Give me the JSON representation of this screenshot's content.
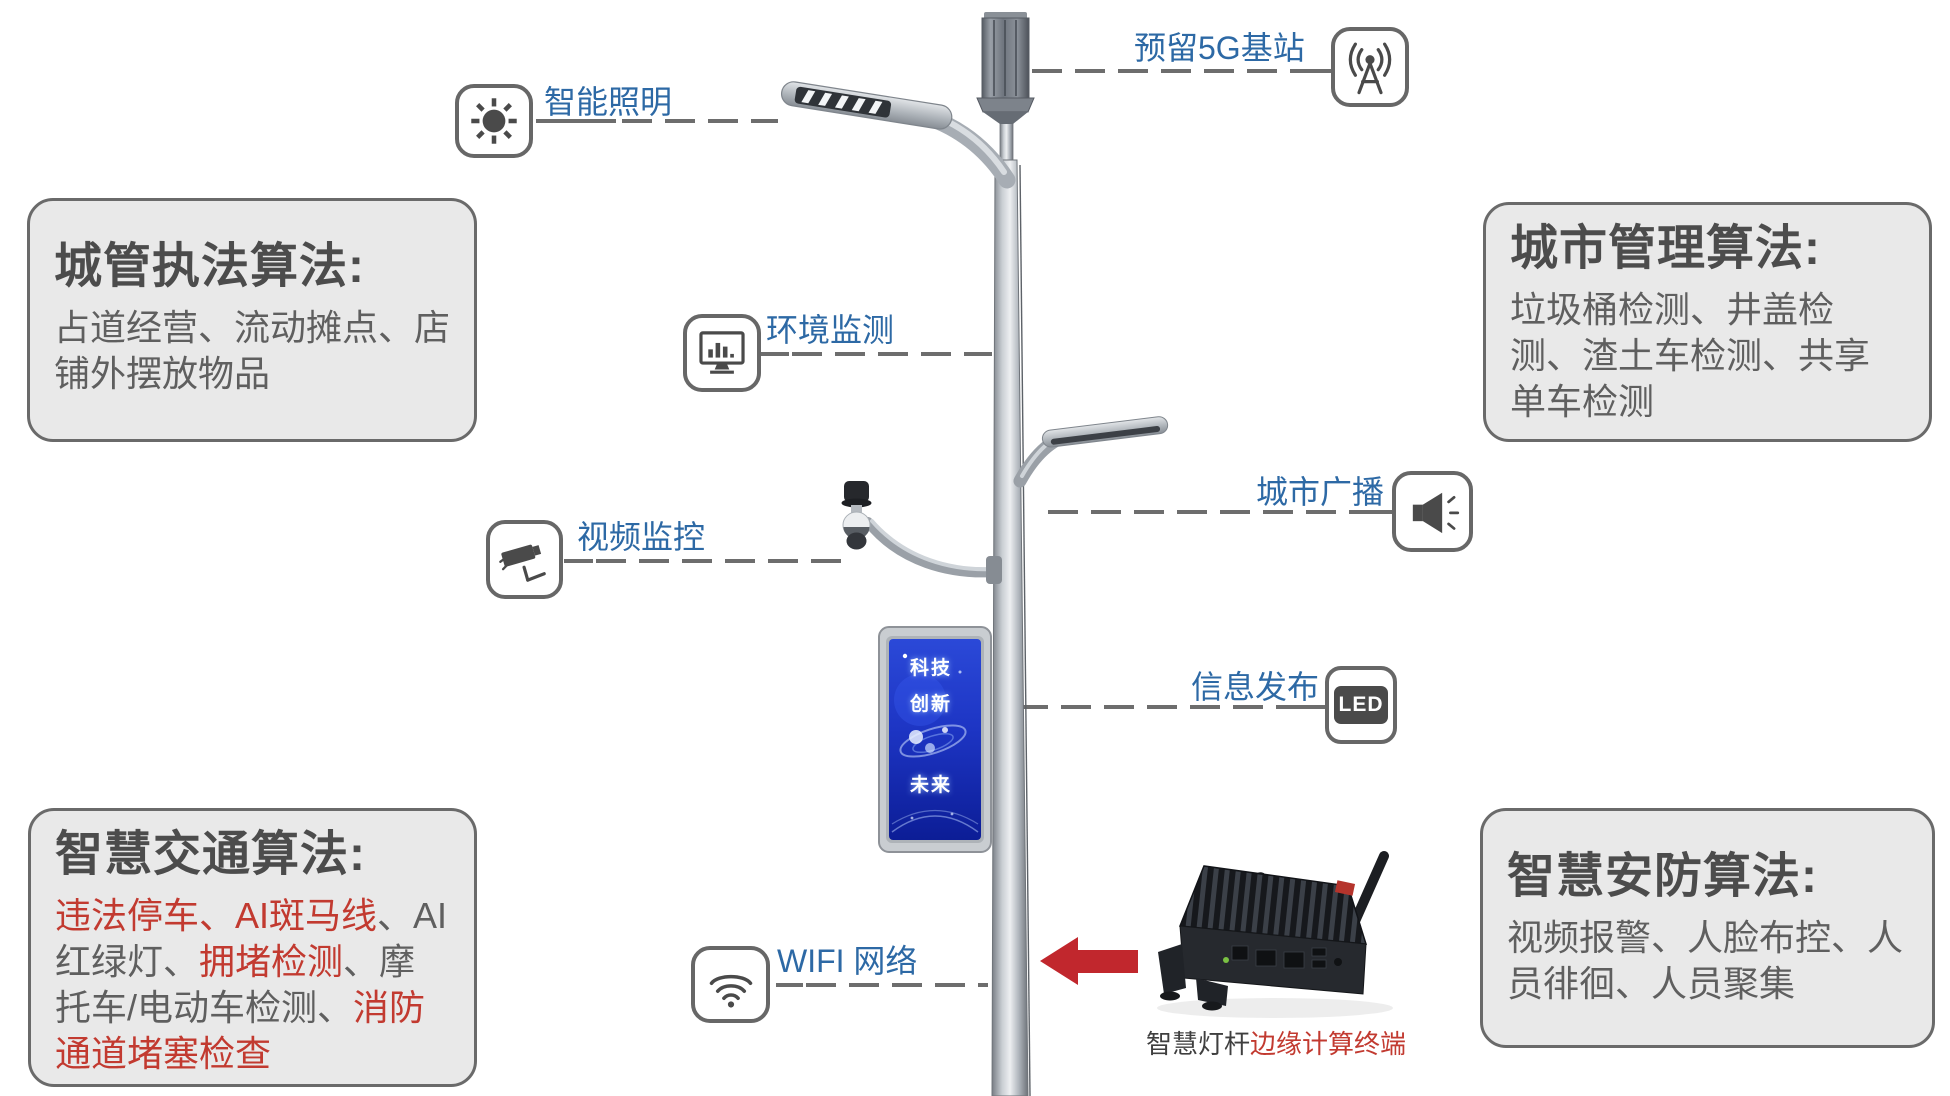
{
  "palette": {
    "label_blue": "#2d69a5",
    "title_gray": "#4c4c4c",
    "body_gray": "#5f5f5f",
    "alert_red": "#c23a30",
    "line_gray": "#6d6d6d",
    "arrow_red": "#c1272d",
    "box_bg": "#e9e9e9",
    "box_border": "#6a6a6a",
    "led_blue": "#1d35c4"
  },
  "callouts": {
    "smart_lighting": {
      "label": "智能照明",
      "icon": "sun-icon"
    },
    "reserved_5g": {
      "label": "预留5G基站",
      "icon": "antenna-icon"
    },
    "environment_monitoring": {
      "label": "环境监测",
      "icon": "monitor-chart-icon"
    },
    "video_surveillance": {
      "label": "视频监控",
      "icon": "cctv-camera-icon"
    },
    "city_broadcast": {
      "label": "城市广播",
      "icon": "speaker-icon"
    },
    "information_release": {
      "label": "信息发布",
      "icon": "led-badge-icon",
      "icon_text": "LED"
    },
    "wifi_network": {
      "label": "WIFI 网络",
      "icon": "wifi-icon"
    }
  },
  "boxes": {
    "urban_enforcement": {
      "title": "城管执法算法:",
      "body": "占道经营、流动摊点、店铺外摆放物品"
    },
    "city_management": {
      "title": "城市管理算法:",
      "body": "垃圾桶检测、井盖检测、渣土车检测、共享单车检测"
    },
    "smart_traffic": {
      "title": "智慧交通算法:",
      "segments": [
        {
          "text": "违法停车、",
          "color": "#c23a30"
        },
        {
          "text": "AI斑马线",
          "color": "#c23a30"
        },
        {
          "text": "、",
          "color": "#5f5f5f"
        },
        {
          "text": "AI红绿灯、",
          "color": "#5f5f5f"
        },
        {
          "text": "拥堵检测",
          "color": "#c23a30"
        },
        {
          "text": "、",
          "color": "#5f5f5f"
        },
        {
          "text": "摩托车/电动车检测、",
          "color": "#5f5f5f"
        },
        {
          "text": "消防通道堵塞检查",
          "color": "#c23a30"
        }
      ]
    },
    "smart_security": {
      "title": "智慧安防算法:",
      "body": "视频报警、人脸布控、人员徘徊、人员聚集"
    }
  },
  "led_screen": {
    "line1": "科技",
    "line2": "创新",
    "line3": "未来"
  },
  "edge_terminal": {
    "label_segments": [
      {
        "text": "智慧灯杆",
        "color": "#3f3f3f"
      },
      {
        "text": "边缘计算终端",
        "color": "#c23a30"
      }
    ]
  }
}
